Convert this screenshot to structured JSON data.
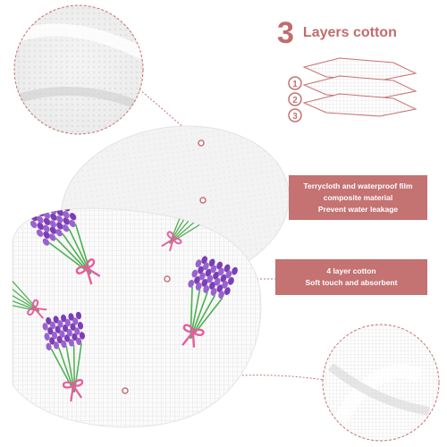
{
  "header": {
    "number": "3",
    "title": "Layers cotton"
  },
  "layers": {
    "labels": [
      "1",
      "2",
      "3"
    ]
  },
  "callouts": [
    {
      "lines": [
        "Terrycloth and waterproof film",
        "composite material",
        "Prevent water leakage"
      ]
    },
    {
      "lines": [
        "4 layer cotton",
        "Soft touch and absorbent"
      ]
    }
  ],
  "colors": {
    "accent": "#c47272",
    "lavender": "#7a3fb5",
    "bow": "#e85ca0",
    "stem": "#4caf50"
  }
}
